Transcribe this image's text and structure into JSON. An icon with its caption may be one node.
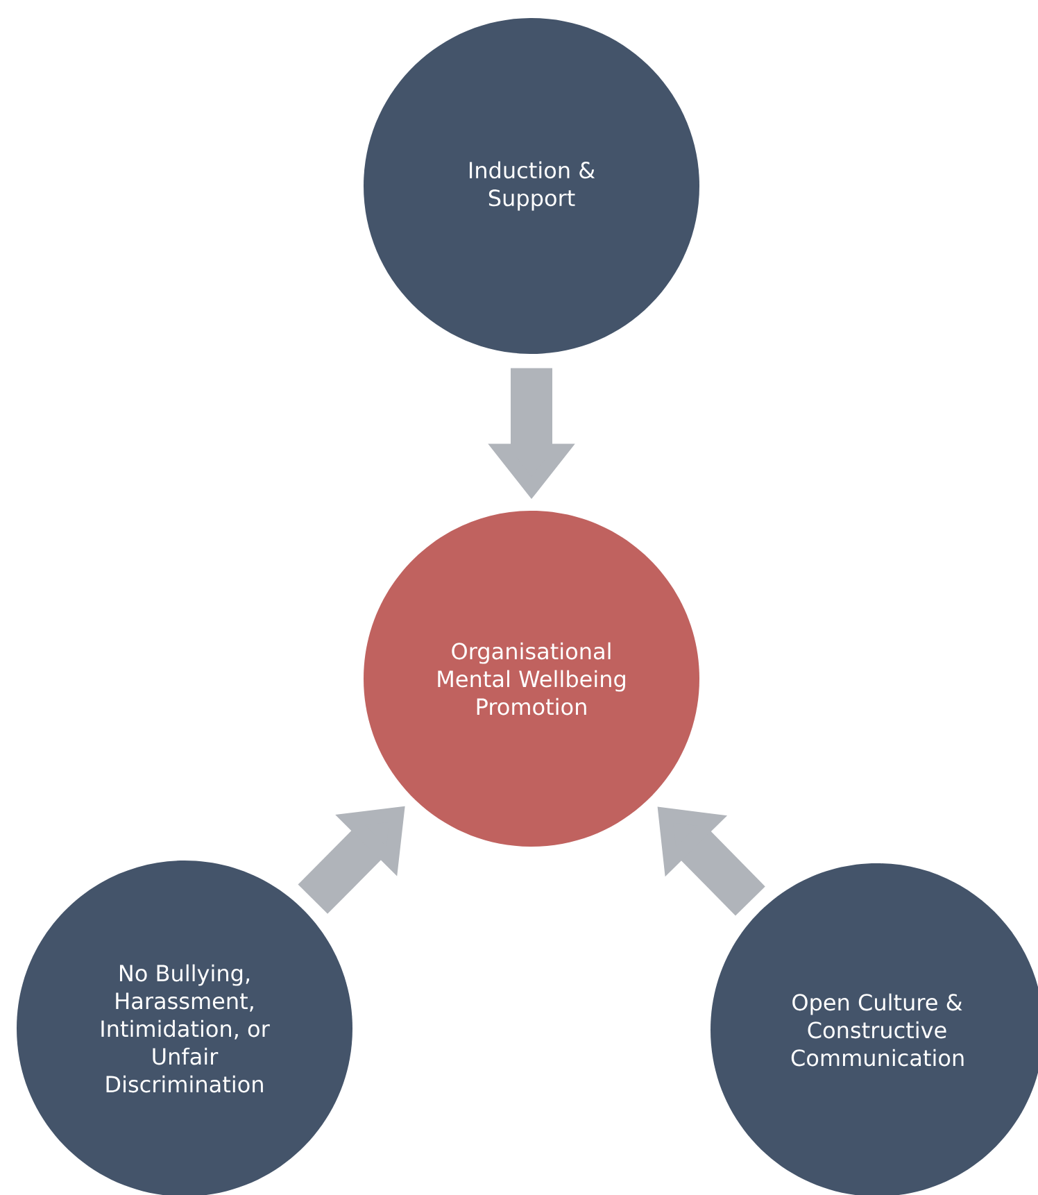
{
  "diagram": {
    "nodes": [
      {
        "text": [
          "Induction & Support"
        ]
      },
      {
        "text": [
          "Organisational Mental Wellbeing Promotion"
        ]
      },
      {
        "text": [
          "No Bullying, Harassment, Intimidation, or Unfair Discrimination"
        ]
      },
      {
        "text": [
          "Open Culture & Constructive Communication"
        ]
      }
    ],
    "edges": [
      {
        "from": 0,
        "to": 1,
        "arrow": "to"
      },
      {
        "from": 2,
        "to": 1,
        "arrow": "to"
      },
      {
        "from": 3,
        "to": 1,
        "arrow": "to"
      }
    ]
  }
}
